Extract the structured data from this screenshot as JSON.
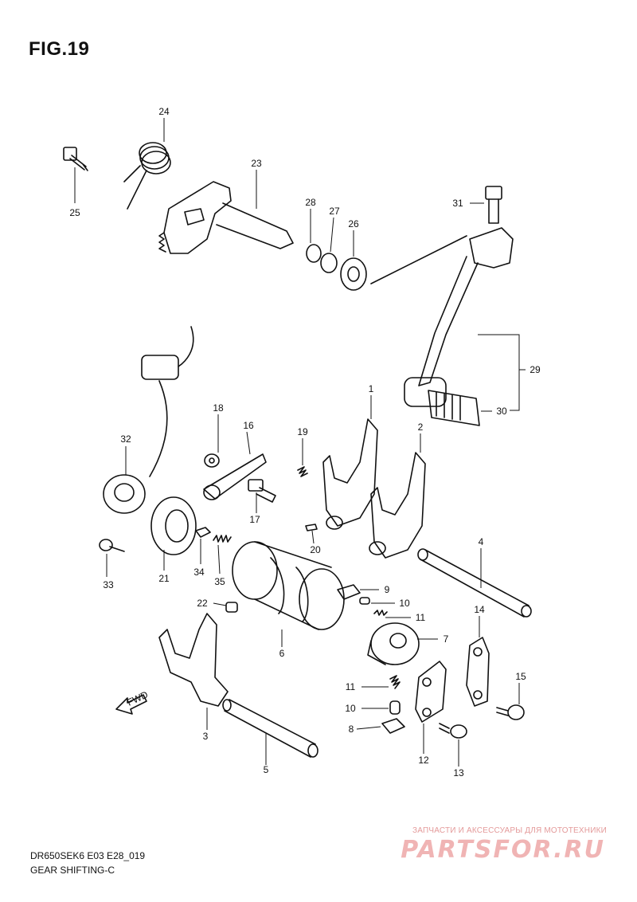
{
  "figure": {
    "title": "FIG.19"
  },
  "callouts": {
    "c1": "1",
    "c2": "2",
    "c3": "3",
    "c4": "4",
    "c5": "5",
    "c6": "6",
    "c7": "7",
    "c8": "8",
    "c9": "9",
    "c10a": "10",
    "c10b": "10",
    "c11a": "11",
    "c11b": "11",
    "c12": "12",
    "c13": "13",
    "c14": "14",
    "c15": "15",
    "c16": "16",
    "c17": "17",
    "c18": "18",
    "c19": "19",
    "c20": "20",
    "c21": "21",
    "c22": "22",
    "c23": "23",
    "c24": "24",
    "c25": "25",
    "c26": "26",
    "c27": "27",
    "c28": "28",
    "c29": "29",
    "c30": "30",
    "c31": "31",
    "c32": "32",
    "c33": "33",
    "c34": "34",
    "c35": "35"
  },
  "fwd_label": "FWD",
  "footer": {
    "model_code": "DR650SEK6 E03 E28_019",
    "section_name": "GEAR SHIFTING-C"
  },
  "watermark": {
    "tagline": "ЗАПЧАСТИ И АКСЕССУАРЫ ДЛЯ МОТОТЕХНИКИ",
    "logo": "PARTSFOR.RU"
  }
}
